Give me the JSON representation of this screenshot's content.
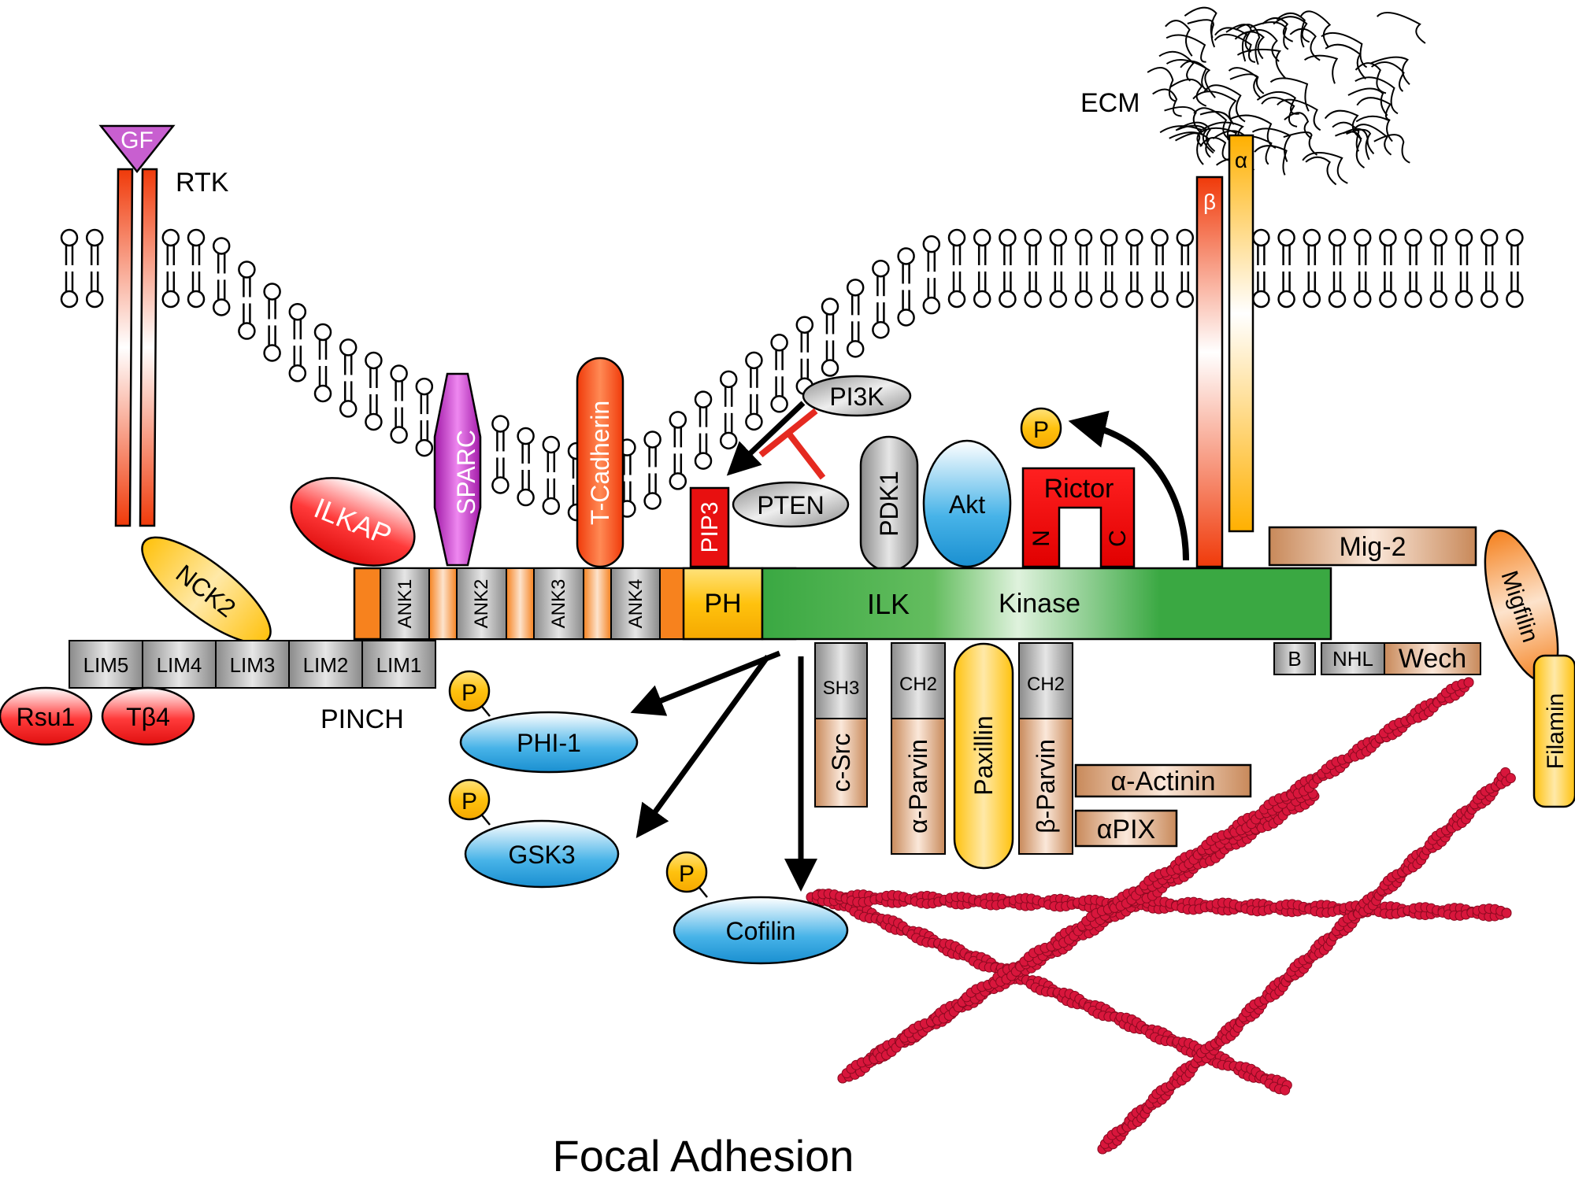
{
  "labels": {
    "ecm": "ECM",
    "rtk": "RTK",
    "gf": "GF",
    "integrin_beta": "β",
    "integrin_alpha": "α",
    "pinch": "PINCH",
    "caption": "Focal Adhesion"
  },
  "ilk": {
    "ank": [
      "ANK1",
      "ANK2",
      "ANK3",
      "ANK4"
    ],
    "ph": "PH",
    "name": "ILK",
    "kinase": "Kinase"
  },
  "pinch_lims": [
    "LIM5",
    "LIM4",
    "LIM3",
    "LIM2",
    "LIM1"
  ],
  "proteins": {
    "rsu1": "Rsu1",
    "tb4": "Tβ4",
    "nck2": "NCK2",
    "ilkap": "ILKAP",
    "sparc": "SPARC",
    "tcadherin": "T-Cadherin",
    "pip3": "PIP3",
    "pi3k": "PI3K",
    "pten": "PTEN",
    "pdk1": "PDK1",
    "akt": "Akt",
    "rictor": "Rictor",
    "rictor_n": "N",
    "rictor_c": "C",
    "mig2": "Mig-2",
    "migfilin": "Migfilin",
    "filamin": "Filamin",
    "wech_b": "B",
    "wech_nhl": "NHL",
    "wech": "Wech",
    "phi1": "PHI-1",
    "gsk3": "GSK3",
    "cofilin": "Cofilin",
    "sh3": "SH3",
    "csrc": "c-Src",
    "ch2_a": "CH2",
    "aparvin": "α-Parvin",
    "paxillin": "Paxillin",
    "ch2_b": "CH2",
    "bparvin": "β-Parvin",
    "aactinin": "α-Actinin",
    "apix": "αPIX",
    "phospho": "P"
  }
}
